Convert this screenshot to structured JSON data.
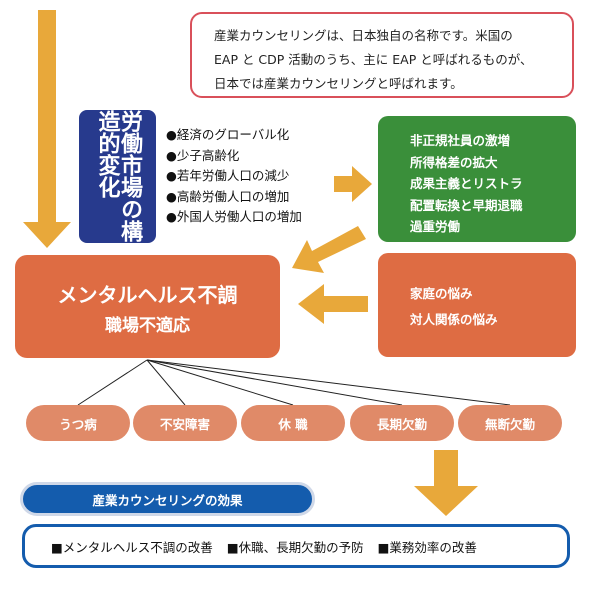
{
  "note": {
    "lines": [
      "産業カウンセリングは、日本独自の名称です。米国の",
      "EAP と CDP 活動のうち、主に EAP と呼ばれるものが、",
      "日本では産業カウンセリングと呼ばれます。"
    ]
  },
  "structural_change": {
    "columns": [
      "労働市場の",
      "構造的変化"
    ],
    "bullets": [
      "●経済のグローバル化",
      "●少子高齢化",
      "●若年労働人口の減少",
      "●高齢労働人口の増加",
      "●外国人労働人口の増加"
    ]
  },
  "workplace_issues": {
    "items": [
      "非正規社員の激増",
      "所得格差の拡大",
      "成果主義とリストラ",
      "配置転換と早期退職",
      "過重労働"
    ]
  },
  "personal_issues": {
    "items": [
      "家庭の悩み",
      "対人関係の悩み"
    ]
  },
  "main": {
    "line1": "メンタルヘルス不調",
    "line2": "職場不適応"
  },
  "outcomes": [
    "うつ病",
    "不安障害",
    "休 職",
    "長期欠勤",
    "無断欠勤"
  ],
  "effects": {
    "title": "産業カウンセリングの効果",
    "items": [
      "■メンタルヘルス不調の改善",
      "■休職、長期欠勤の予防",
      "■業務効率の改善"
    ]
  },
  "colors": {
    "arrow": "#e8a83a",
    "navy": "#273a8d",
    "green": "#3a8f3a",
    "orange": "#de6c43",
    "pill": "#e08a68",
    "blue": "#145cad",
    "note_border": "#d9505a"
  }
}
